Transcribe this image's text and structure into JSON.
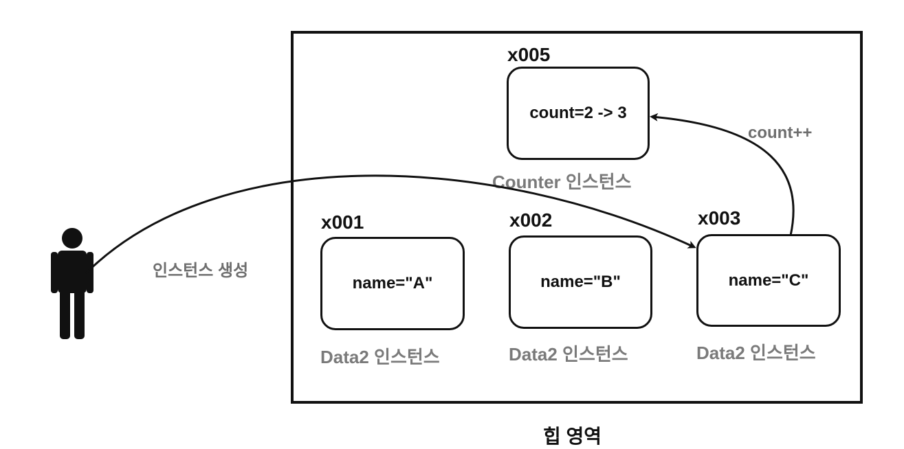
{
  "heap": {
    "label": "힙 영역"
  },
  "actor": {
    "label": "인스턴스 생성",
    "icon": "person-icon"
  },
  "counter": {
    "address": "x005",
    "content": "count=2 -> 3",
    "caption": "Counter 인스턴스"
  },
  "increment_label": "count++",
  "instances": [
    {
      "address": "x001",
      "content": "name=\"A\"",
      "caption": "Data2 인스턴스"
    },
    {
      "address": "x002",
      "content": "name=\"B\"",
      "caption": "Data2 인스턴스"
    },
    {
      "address": "x003",
      "content": "name=\"C\"",
      "caption": "Data2 인스턴스"
    }
  ],
  "colors": {
    "stroke": "#111111",
    "caption": "#7a7a7a"
  }
}
